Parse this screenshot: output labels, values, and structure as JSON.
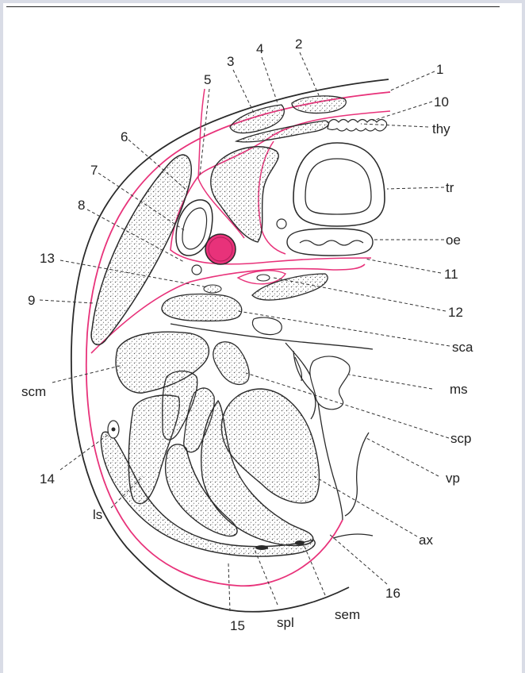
{
  "figure": {
    "colors": {
      "outline": "#2a2a2a",
      "fascia": "#e8327a",
      "artery": "#e8327a",
      "dot": "#555555",
      "leader": "#333333"
    },
    "labels": {
      "l1": "1",
      "l2": "2",
      "l3": "3",
      "l4": "4",
      "l5": "5",
      "l6": "6",
      "l7": "7",
      "l8": "8",
      "l9": "9",
      "l10": "10",
      "l11": "11",
      "l12": "12",
      "l13": "13",
      "l14": "14",
      "l15": "15",
      "l16": "16",
      "thy": "thy",
      "tr": "tr",
      "oe": "oe",
      "sca": "sca",
      "ms": "ms",
      "scp": "scp",
      "vp": "vp",
      "ax": "ax",
      "scm": "scm",
      "ls": "ls",
      "spl": "spl",
      "sem": "sem"
    }
  }
}
